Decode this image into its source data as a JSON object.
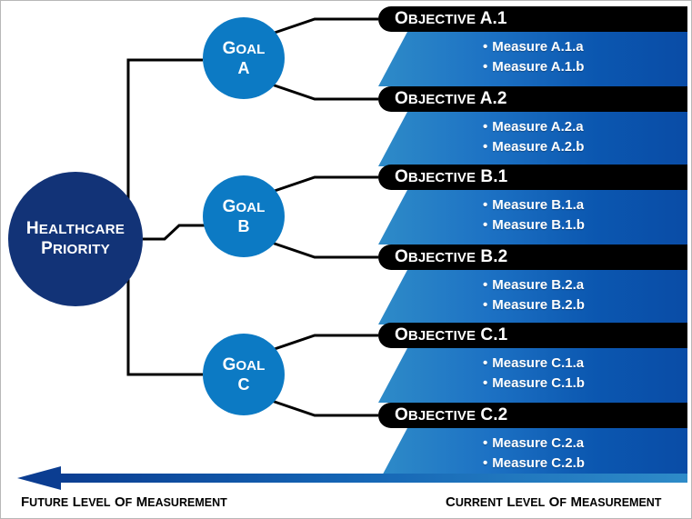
{
  "root": {
    "line1": "Healthcare",
    "line2": "Priority"
  },
  "goals": [
    {
      "word": "Goal",
      "letter": "A"
    },
    {
      "word": "Goal",
      "letter": "B"
    },
    {
      "word": "Goal",
      "letter": "C"
    }
  ],
  "objectives": [
    {
      "word": "Objective",
      "code": "A.1",
      "measures": [
        "Measure A.1.a",
        "Measure A.1.b"
      ],
      "bullet": "•"
    },
    {
      "word": "Objective",
      "code": "A.2",
      "measures": [
        "Measure A.2.a",
        "Measure A.2.b"
      ],
      "bullet": "•"
    },
    {
      "word": "Objective",
      "code": "B.1",
      "measures": [
        "Measure B.1.a",
        "Measure B.1.b"
      ],
      "bullet": "•"
    },
    {
      "word": "Objective",
      "code": "B.2",
      "measures": [
        "Measure B.2.a",
        "Measure B.2.b"
      ],
      "bullet": "•"
    },
    {
      "word": "Objective",
      "code": "C.1",
      "measures": [
        "Measure C.1.a",
        "Measure C.1.b"
      ],
      "bullet": "•"
    },
    {
      "word": "Objective",
      "code": "C.2",
      "measures": [
        "Measure C.2.a",
        "Measure C.2.b"
      ],
      "bullet": "•"
    }
  ],
  "footer": {
    "left_label": "Future level of measurement",
    "right_label": "Current level of measurement"
  },
  "colors": {
    "root_circle": "#123377",
    "goal_circle": "#0C7AC4",
    "objective_bar": "#000000",
    "measure_band_light": "#2E8BC8",
    "measure_band_dark": "#0A4CA6",
    "arrow_light": "#2E8BC8",
    "arrow_dark": "#0B3D91",
    "connector_line": "#000000",
    "text_on_dark": "#ffffff"
  }
}
